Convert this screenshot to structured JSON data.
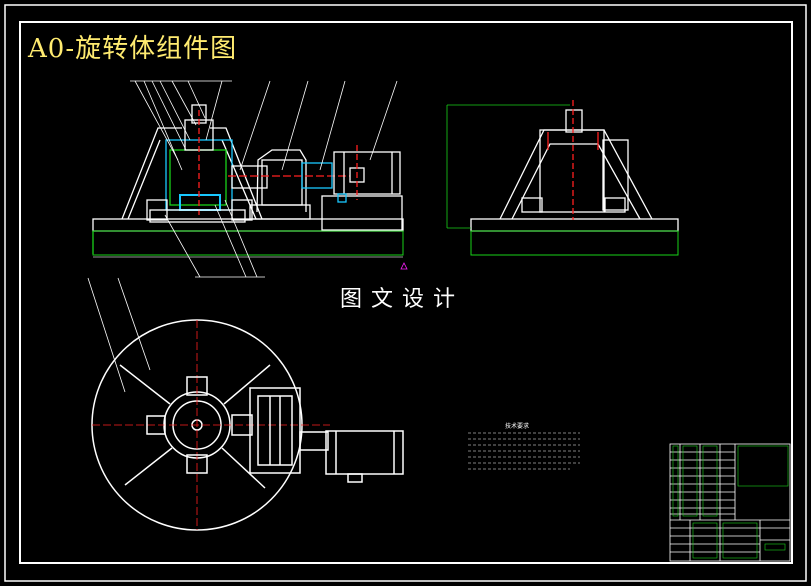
{
  "title": "A0-旋转体组件图",
  "center_label": "图文设计",
  "tech_notes_heading": "技术要求",
  "colors": {
    "background": "#000000",
    "line": "#ffffff",
    "title": "#ffeb70",
    "red": "#ff2020",
    "green": "#19d219",
    "cyan": "#19c8ff",
    "magenta": "#ff20ff",
    "dim_line": "#c8c8c8"
  },
  "icons": {
    "front_view": "front-view-drawing",
    "side_view": "side-view-drawing",
    "top_view": "top-view-drawing",
    "title_block": "title-block-table"
  }
}
